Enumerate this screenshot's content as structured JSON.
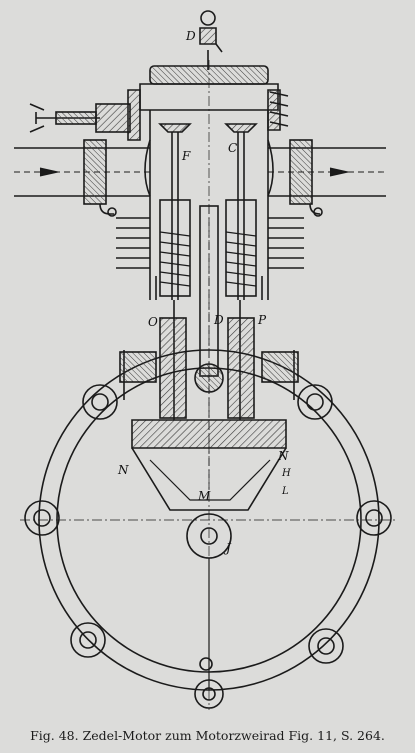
{
  "caption": "Fig. 48.  Zedel-Motor zum Motorzweirad Fig. 11, S. 264.",
  "labels": {
    "D_top": "D",
    "F": "F",
    "C": "C",
    "O": "O",
    "D_rod": "D",
    "P": "P",
    "N_left": "N",
    "N_right": "N",
    "H": "H",
    "L": "L",
    "M": "M",
    "J": "J"
  },
  "colors": {
    "paper": "#dcdcda",
    "ink": "#1b1b1b",
    "hatch": "#444444"
  }
}
